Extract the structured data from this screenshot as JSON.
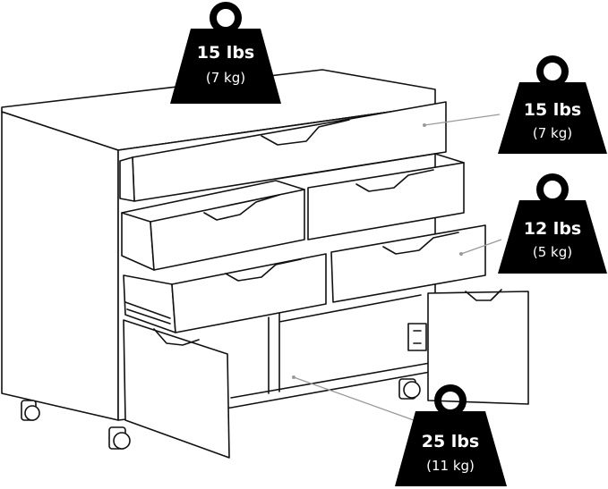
{
  "colors": {
    "ink": "#111111",
    "paper": "#ffffff",
    "leader": "#9a9a9a",
    "weight_fill": "#000000"
  },
  "weights": [
    {
      "id": "top",
      "main": "15 lbs",
      "sub": "(7 kg)"
    },
    {
      "id": "small-drawer",
      "main": "15 lbs",
      "sub": "(7 kg)"
    },
    {
      "id": "large-drawer",
      "main": "12 lbs",
      "sub": "(5 kg)"
    },
    {
      "id": "cabinet",
      "main": "25 lbs",
      "sub": "(11 kg)"
    }
  ]
}
